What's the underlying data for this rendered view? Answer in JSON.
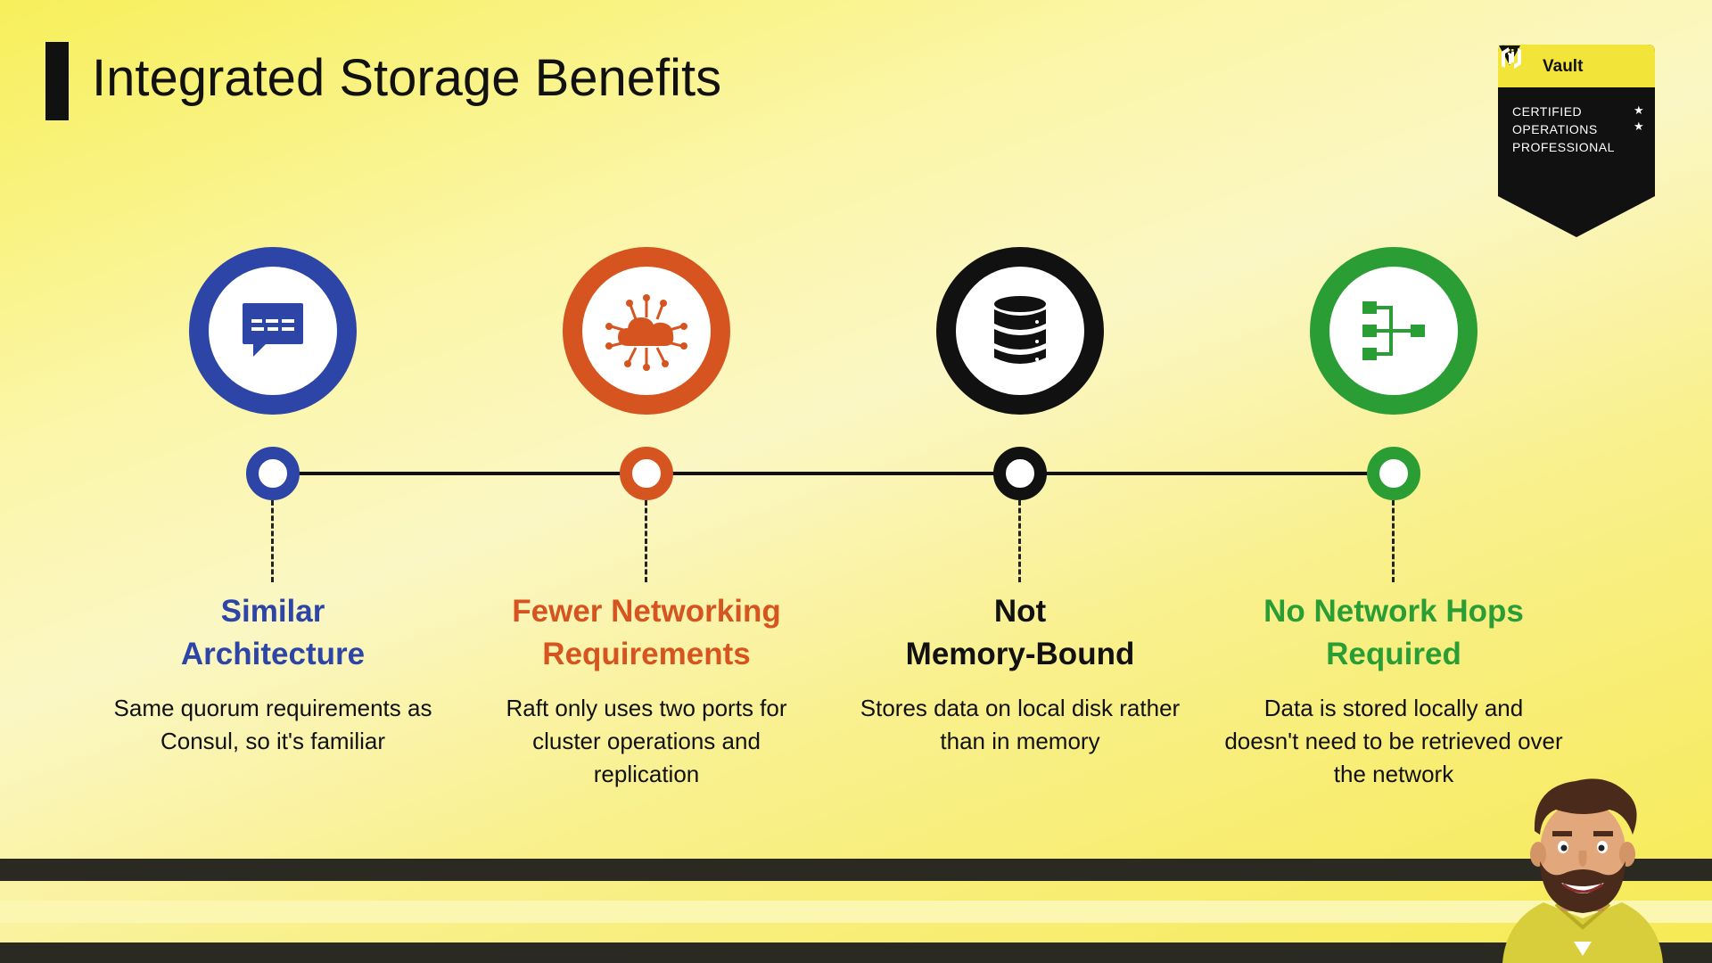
{
  "title": "Integrated Storage Benefits",
  "badge": {
    "product": "Vault",
    "lines": [
      "CERTIFIED",
      "OPERATIONS",
      "PROFESSIONAL"
    ]
  },
  "items": [
    {
      "heading": [
        "Similar",
        "Architecture"
      ],
      "description": "Same quorum requirements as Consul, so it's familiar",
      "icon": "chat-message-icon",
      "color": "#2c45a6"
    },
    {
      "heading": [
        "Fewer Networking",
        "Requirements"
      ],
      "description": "Raft only uses two ports for cluster operations and replication",
      "icon": "cloud-network-icon",
      "color": "#d6541f"
    },
    {
      "heading": [
        "Not",
        "Memory-Bound"
      ],
      "description": "Stores data on local disk rather than in memory",
      "icon": "database-icon",
      "color": "#111111"
    },
    {
      "heading": [
        "No Network Hops",
        "Required"
      ],
      "description": "Data is stored locally and doesn't need to be retrieved over the network",
      "icon": "hierarchy-icon",
      "color": "#2a9e35"
    }
  ]
}
